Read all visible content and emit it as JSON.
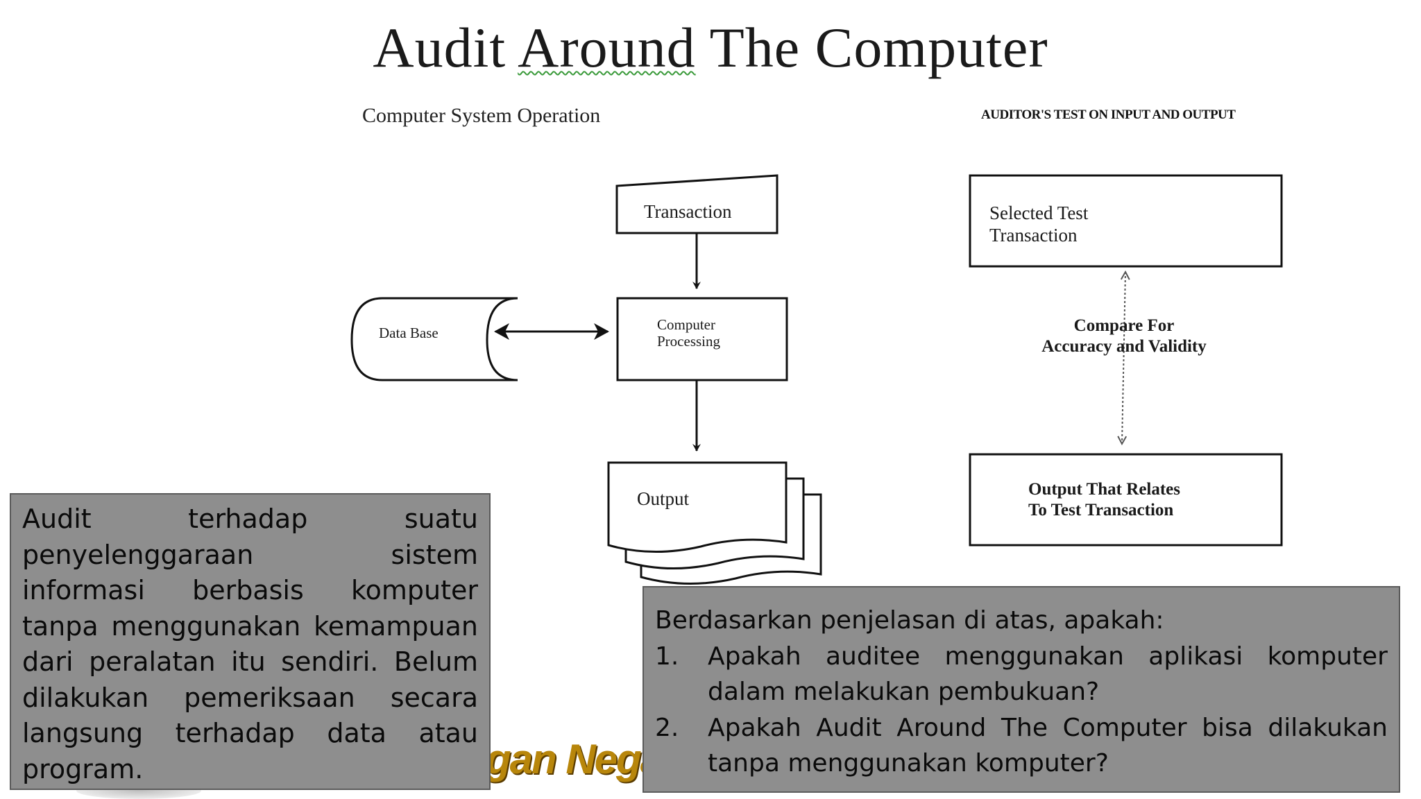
{
  "title": {
    "part1": "Audit ",
    "part2": "Around",
    "part3": " The Computer"
  },
  "diagram": {
    "left_heading": "Computer System Operation",
    "right_heading": "AUDITOR'S TEST ON INPUT AND OUTPUT",
    "transaction": "Transaction",
    "database": "Data  Base",
    "processing_line1": "Computer",
    "processing_line2": "Processing",
    "output": "Output",
    "selected_line1": "Selected Test",
    "selected_line2": "Transaction",
    "compare_line1": "Compare For",
    "compare_line2": "Accuracy and Validity",
    "output_relates_line1": "Output That Relates",
    "output_relates_line2": "To Test Transaction"
  },
  "brand_text": "gan Negar",
  "note_left": "Audit terhadap suatu penyelenggaraan sistem informasi berbasis komputer tanpa menggunakan kemampuan dari peralatan itu sendiri. Belum dilakukan pemeriksaan secara langsung terhadap data atau program.",
  "note_right": {
    "intro": "Berdasarkan penjelasan di atas, apakah:",
    "questions": [
      {
        "num": "1.",
        "text": "Apakah auditee menggunakan aplikasi komputer dalam melakukan pembukuan?"
      },
      {
        "num": "2.",
        "text": "Apakah Audit Around The Computer bisa dilakukan tanpa menggunakan komputer?"
      }
    ]
  }
}
